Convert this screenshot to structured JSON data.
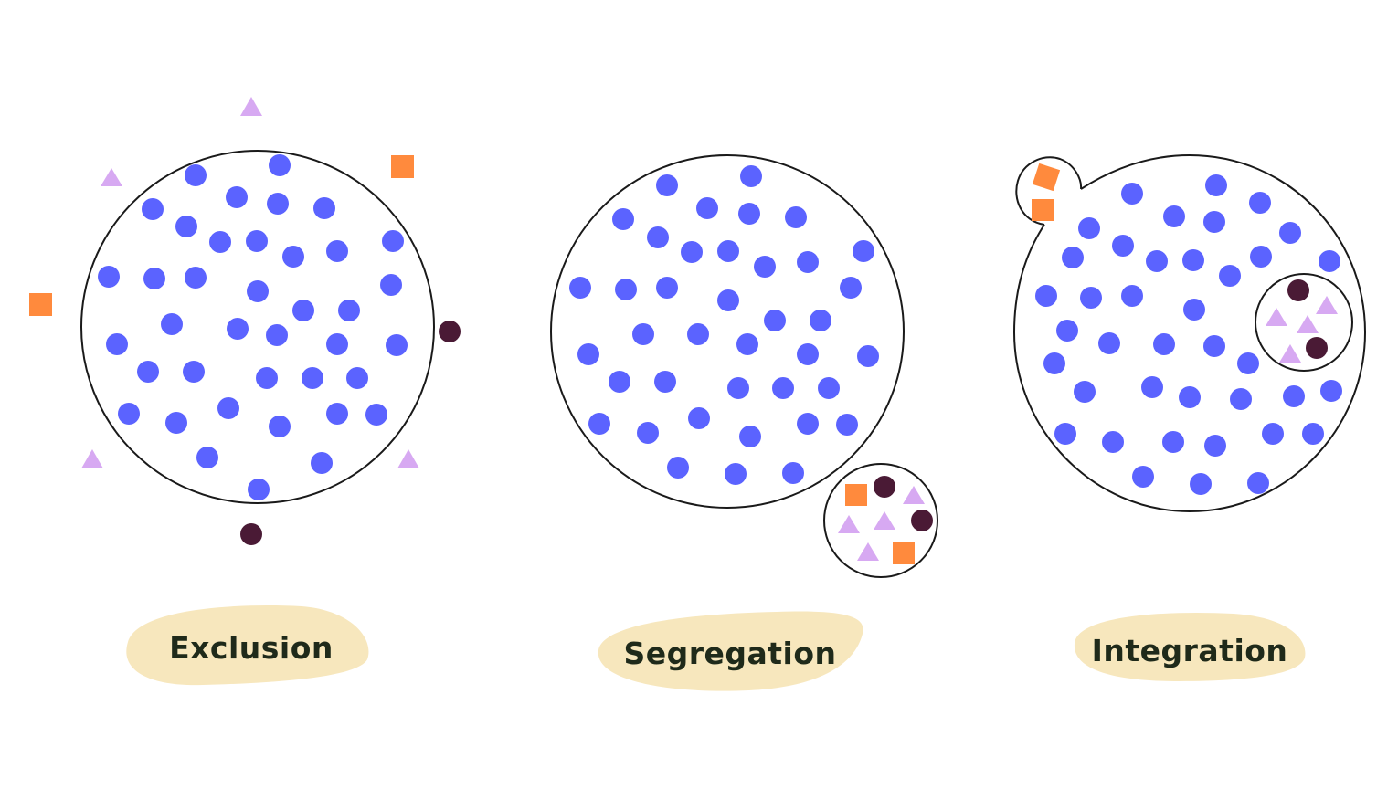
{
  "colors": {
    "majority": "#5b63ff",
    "minority_square": "#ff8a3d",
    "minority_triangle": "#d7a9f2",
    "minority_circle": "#4a1a35",
    "label_blob": "#f7e7bd",
    "boundary": "#1a1a1a"
  },
  "legend_shapes": {
    "majority": "blue-circle",
    "minorities": [
      "orange-square",
      "lilac-triangle",
      "maroon-circle"
    ]
  },
  "panels": [
    {
      "id": "exclusion",
      "label": "Exclusion"
    },
    {
      "id": "segregation",
      "label": "Segregation"
    },
    {
      "id": "integration",
      "label": "Integration"
    }
  ]
}
